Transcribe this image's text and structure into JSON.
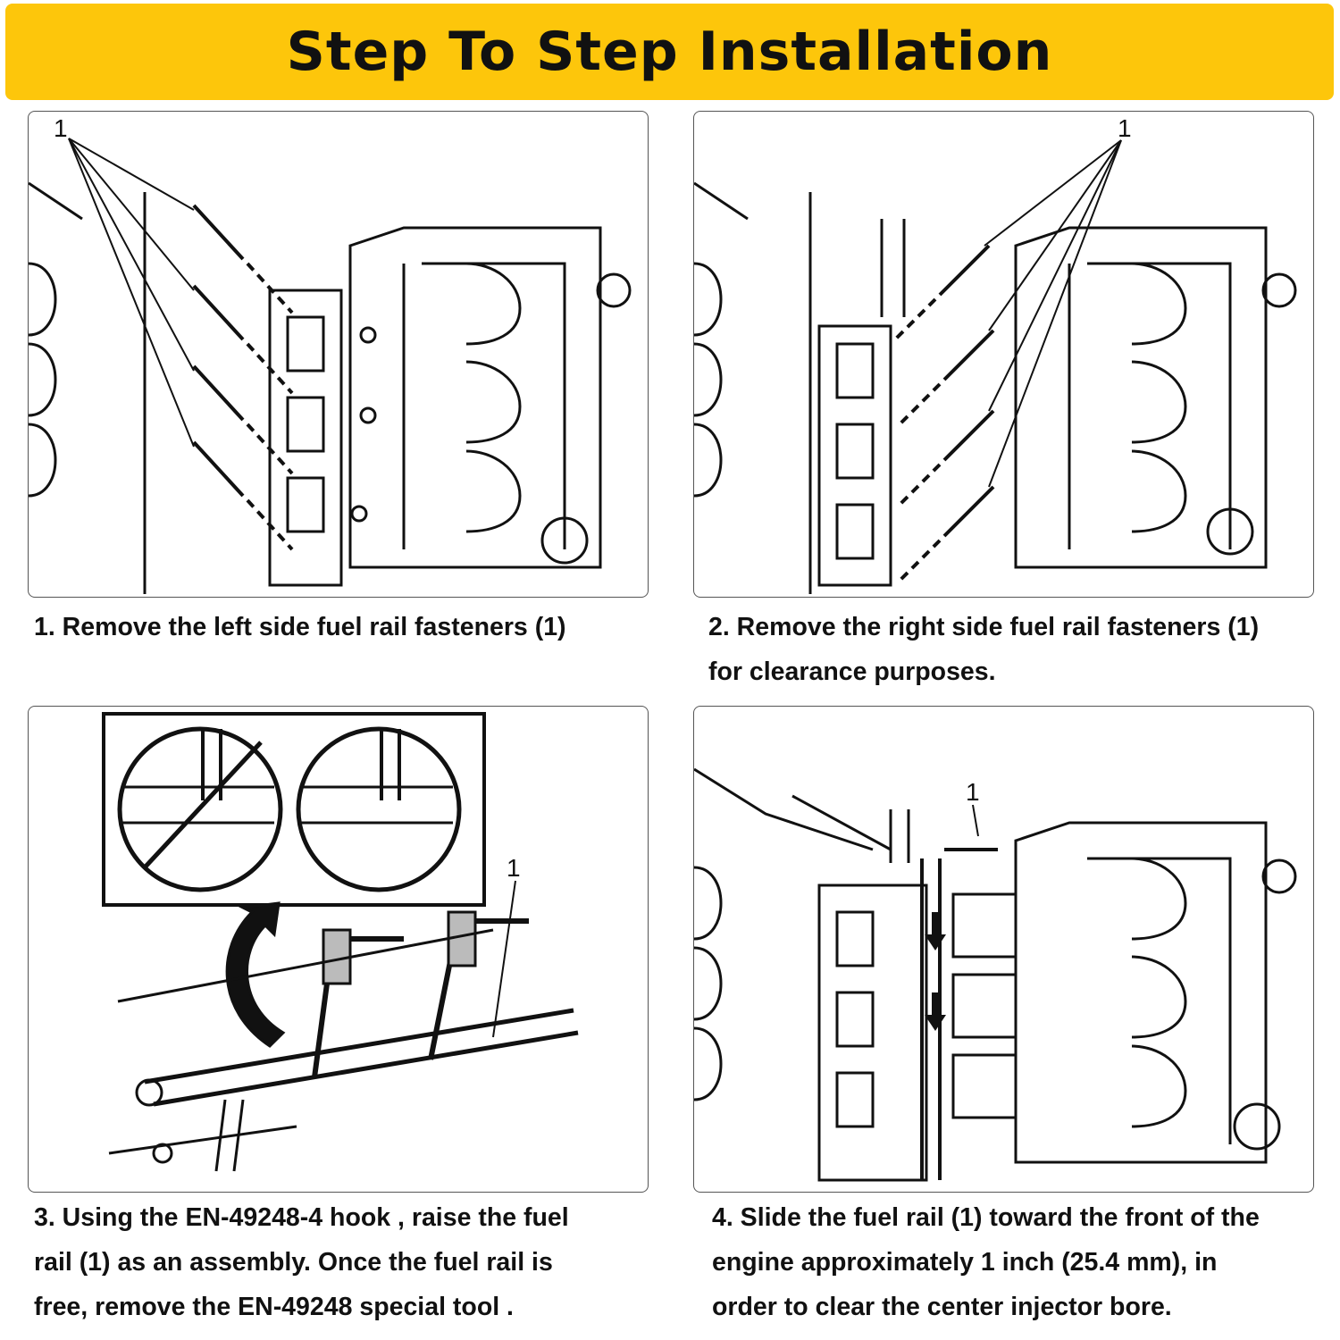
{
  "title": "Step To Step Installation",
  "steps": [
    {
      "callout": "1",
      "caption_lines": [
        "1. Remove the left side fuel rail fasteners (1)"
      ]
    },
    {
      "callout": "1",
      "caption_lines": [
        "2. Remove the right side fuel rail fasteners (1)",
        "for clearance purposes."
      ]
    },
    {
      "callout": "1",
      "caption_lines": [
        "3. Using the EN-49248-4 hook , raise the fuel",
        "rail (1) as an assembly. Once the fuel rail is",
        "free, remove the EN-49248 special tool ."
      ]
    },
    {
      "callout": "1",
      "caption_lines": [
        "4. Slide the fuel rail (1) toward the front of the",
        "engine approximately 1 inch (25.4 mm), in",
        "order to clear the center injector bore."
      ]
    }
  ],
  "colors": {
    "banner": "#FDC60B",
    "text": "#111111"
  }
}
